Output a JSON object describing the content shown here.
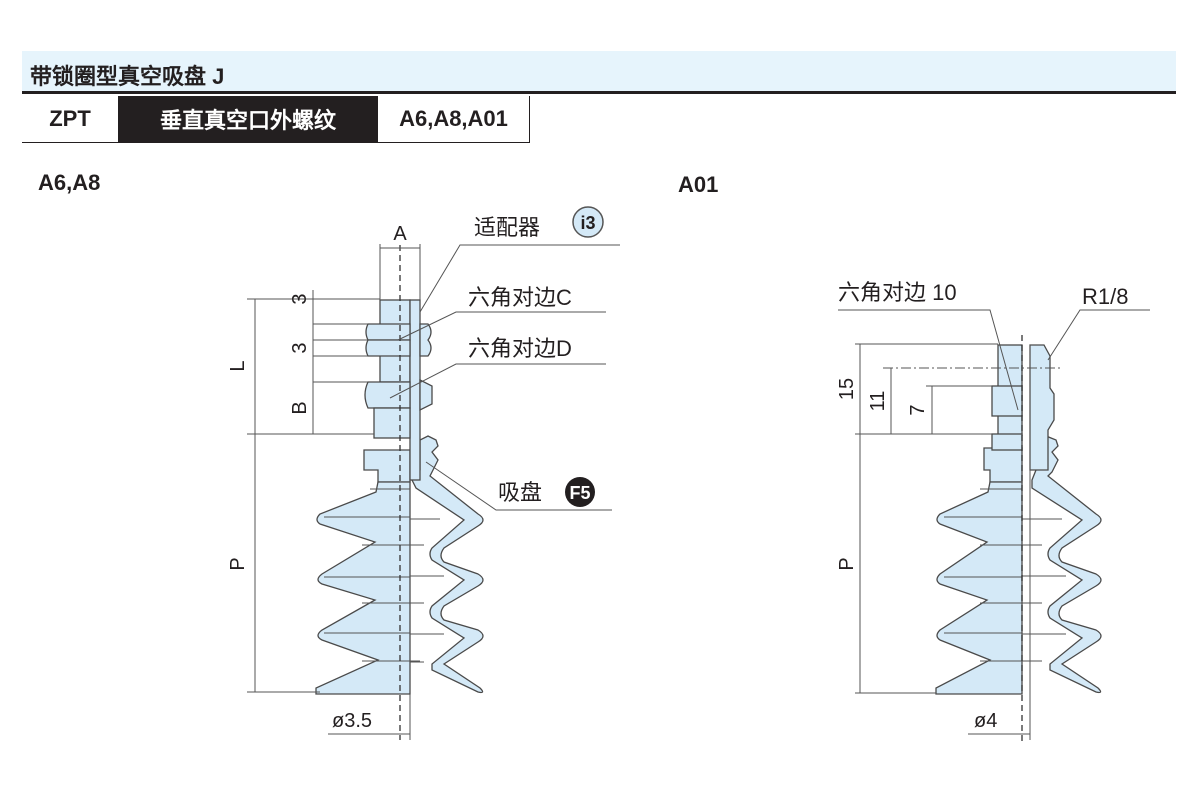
{
  "header": {
    "title": "带锁圈型真空吸盘 J",
    "model": "ZPT",
    "type": "垂直真空口外螺纹",
    "variants": "A6,A8,A01"
  },
  "colors": {
    "title_bg": "#e6f4fc",
    "part_fill": "#d4e9f7",
    "line": "#231f20",
    "dim_line": "#555555"
  },
  "left_drawing": {
    "label": "A6,A8",
    "dims": {
      "A": "A",
      "top3": "3",
      "mid3": "3",
      "L": "L",
      "B": "B",
      "P": "P",
      "diameter": "ø3.5"
    },
    "callouts": [
      {
        "text": "适配器",
        "badge": "i3",
        "badge_style": "light"
      },
      {
        "text": "六角对边C"
      },
      {
        "text": "六角对边D"
      },
      {
        "text": "吸盘",
        "badge": "F5",
        "badge_style": "dark"
      }
    ]
  },
  "right_drawing": {
    "label": "A01",
    "dims": {
      "d15": "15",
      "d11": "11",
      "d7": "7",
      "P": "P",
      "diameter": "ø4"
    },
    "callouts": [
      {
        "text": "六角对边 10"
      },
      {
        "text": "R1/8"
      }
    ]
  }
}
